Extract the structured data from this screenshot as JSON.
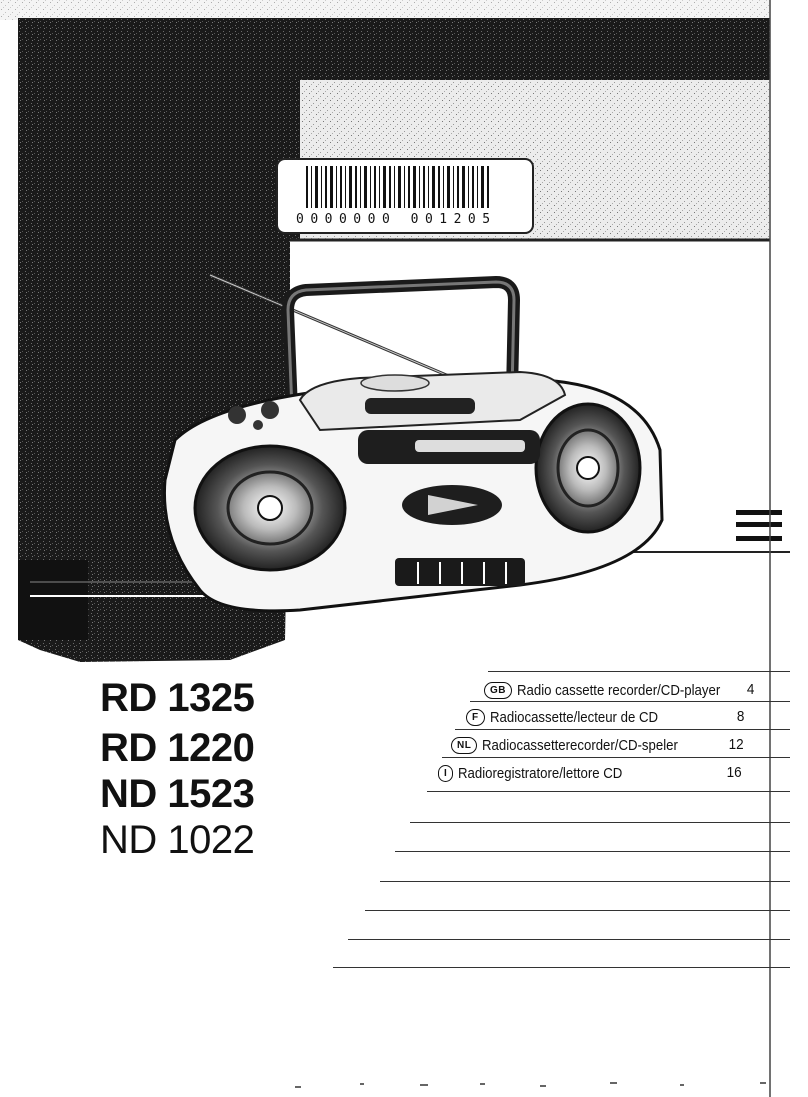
{
  "cover": {
    "barcode_number": "0000000 001205"
  },
  "models": [
    "RD 1325",
    "RD 1220",
    "ND 1523",
    "ND 1022"
  ],
  "contents": [
    {
      "lang": "GB",
      "title": "Radio cassette recorder/CD-player",
      "page": "4"
    },
    {
      "lang": "F",
      "title": "Radiocassette/lecteur de CD",
      "page": "8"
    },
    {
      "lang": "NL",
      "title": "Radiocassetterecorder/CD-speler",
      "page": "12"
    },
    {
      "lang": "I",
      "title": "Radioregistratore/lettore CD",
      "page": "16"
    }
  ]
}
